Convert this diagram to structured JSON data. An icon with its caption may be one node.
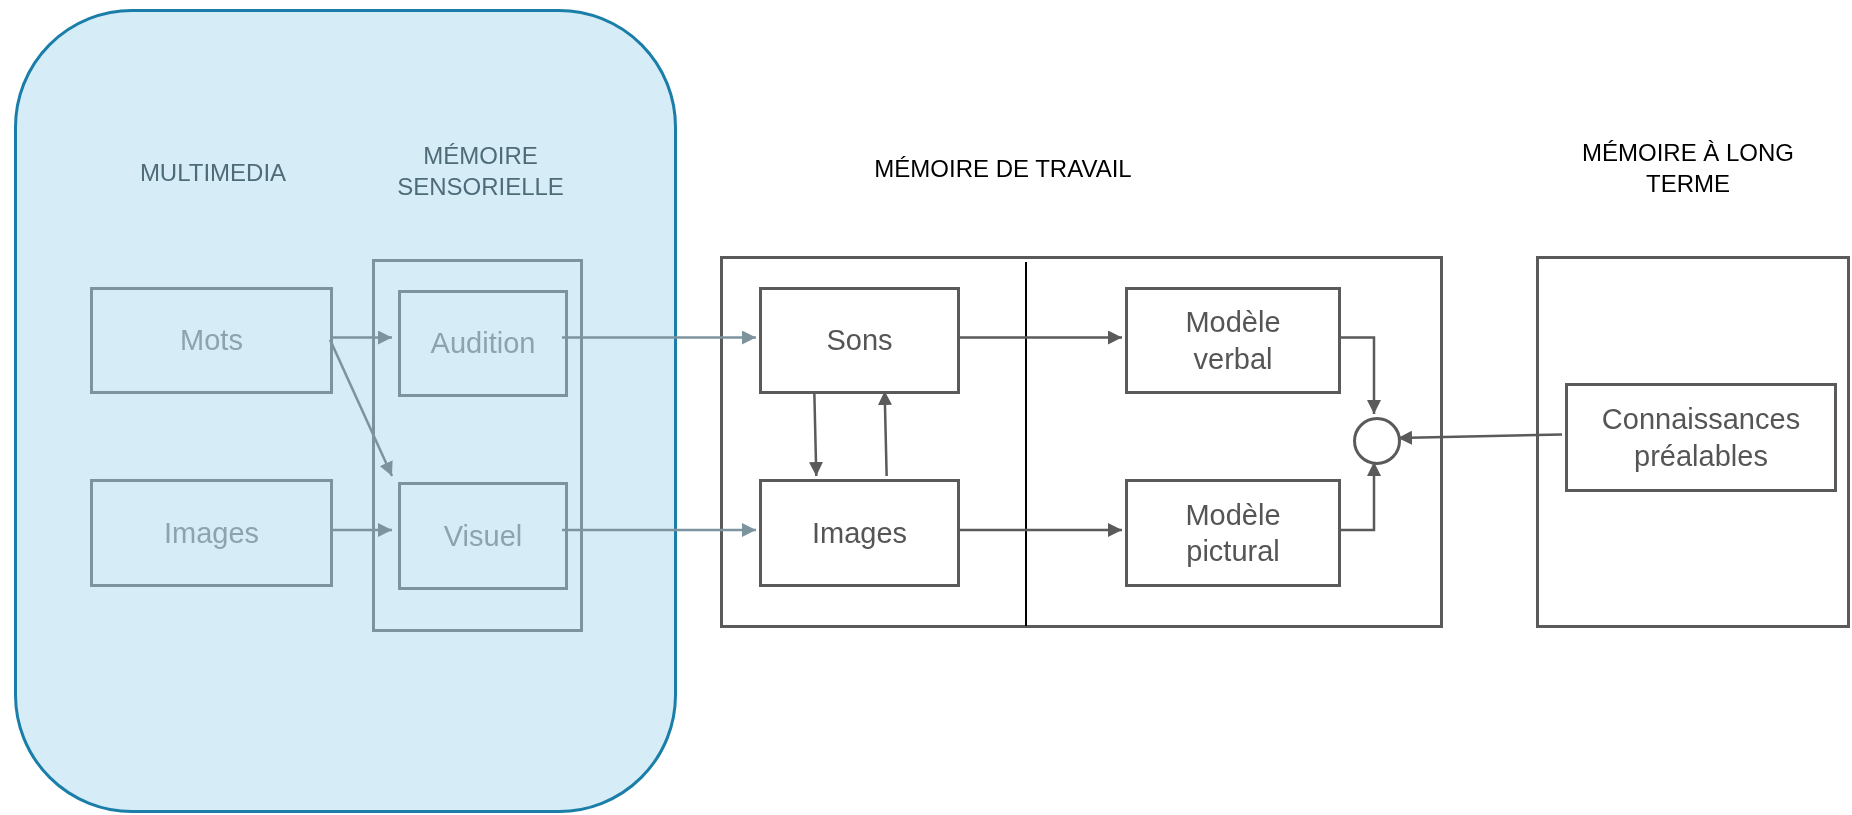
{
  "diagram": {
    "nodes": [
      {
        "text": [
          "MULTIMEDIA"
        ]
      },
      {
        "text": [
          "Mots"
        ],
        "in": 0
      },
      {
        "text": [
          "Images"
        ],
        "in": 0
      },
      {
        "text": [
          "MÉMOIRE SENSORIELLE"
        ],
        "in": 0
      },
      {
        "text": [
          "Audition"
        ],
        "in": 3
      },
      {
        "text": [
          "Visuel"
        ],
        "in": 3
      },
      {
        "text": [
          "MÉMOIRE DE TRAVAIL"
        ]
      },
      {
        "text": [
          "Sons"
        ],
        "in": 6
      },
      {
        "text": [
          "Images"
        ],
        "in": 6
      },
      {
        "text": [
          "Modèle verbal"
        ],
        "in": 6
      },
      {
        "text": [
          "Modèle pictural"
        ],
        "in": 6
      },
      {
        "text": [],
        "shape": "circle",
        "in": 6
      },
      {
        "text": [
          "MÉMOIRE À LONG TERME"
        ]
      },
      {
        "text": [
          "Connaissances préalables"
        ],
        "in": 12
      }
    ],
    "edges": [
      {
        "from": 1,
        "to": 4,
        "arrow": "to",
        "color": "#7d949f"
      },
      {
        "from": 1,
        "to": 5,
        "arrow": "to",
        "color": "#7d949f"
      },
      {
        "from": 2,
        "to": 5,
        "arrow": "to",
        "color": "#7d949f"
      },
      {
        "from": 4,
        "to": 7,
        "arrow": "to",
        "color": "#7d949f"
      },
      {
        "from": 5,
        "to": 8,
        "arrow": "to",
        "color": "#7d949f"
      },
      {
        "from": 7,
        "to": 8,
        "arrow": "to"
      },
      {
        "from": 8,
        "to": 7,
        "arrow": "to"
      },
      {
        "from": 7,
        "to": 9,
        "arrow": "to"
      },
      {
        "from": 8,
        "to": 10,
        "arrow": "to"
      },
      {
        "from": 9,
        "to": 11,
        "arrow": "to"
      },
      {
        "from": 10,
        "to": 11,
        "arrow": "to"
      },
      {
        "from": 13,
        "to": 11,
        "arrow": "to"
      }
    ]
  }
}
